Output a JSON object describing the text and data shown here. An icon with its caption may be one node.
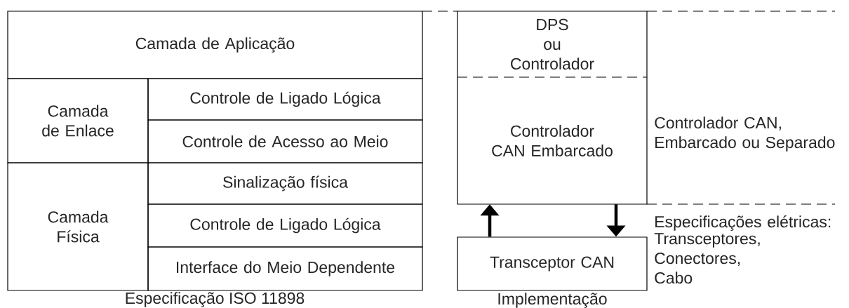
{
  "diagram": {
    "nodes": [
      {
        "text": [
          "Camada de Aplicação"
        ]
      },
      {
        "text": [
          "Camada de Enlace"
        ]
      },
      {
        "text": [
          "Controle de Ligado Lógica"
        ]
      },
      {
        "text": [
          "Controle de Acesso ao Meio"
        ]
      },
      {
        "text": [
          "Camada Física"
        ]
      },
      {
        "text": [
          "Sinalização física"
        ]
      },
      {
        "text": [
          "Controle de Ligado Lógica"
        ]
      },
      {
        "text": [
          "Interface do Meio Dependente"
        ]
      },
      {
        "text": [
          "DPS ou Controlador"
        ]
      },
      {
        "text": [
          "Controlador CAN Embarcado"
        ],
        "beside": [
          "Controlador CAN, Embarcado ou Separado"
        ]
      },
      {
        "text": [
          "Transceptor CAN"
        ],
        "beside": [
          "Especificações elétricas:",
          "Transceptores, Conectores, Cabo"
        ]
      }
    ],
    "edges": [
      {
        "from": 10,
        "to": 9,
        "arrow": "to"
      },
      {
        "from": 9,
        "to": 10,
        "arrow": "to"
      }
    ],
    "labels": [
      "Especificação ISO 11898",
      "Implementação"
    ]
  }
}
